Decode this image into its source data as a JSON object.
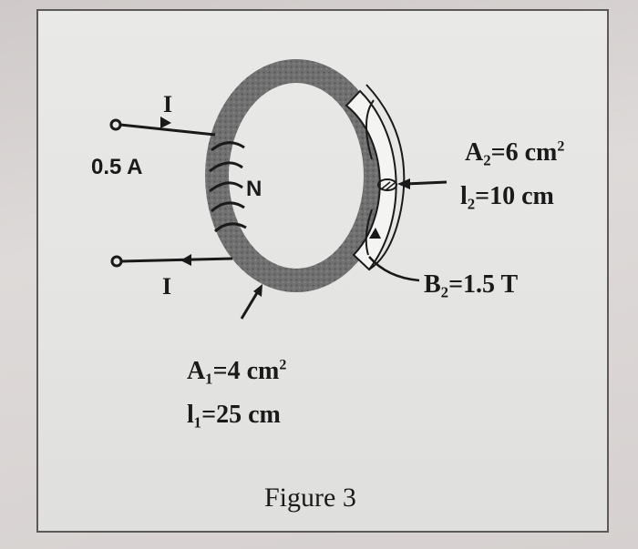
{
  "figure": {
    "caption": "Figure 3",
    "source_label": "0.5 A",
    "current_top": "I",
    "current_bottom": "I",
    "coil_label": "N",
    "section1": {
      "area_symbol": "A₁=4 cm",
      "area_exp": "2",
      "length": "l₁=25 cm"
    },
    "section2": {
      "area_symbol": "A₂=6 cm",
      "area_exp": "2",
      "length": "l₂=10 cm",
      "flux_density": "B₂=1.5 T"
    }
  },
  "colors": {
    "core": "#6b6b6b",
    "ink": "#1a1a1a"
  }
}
